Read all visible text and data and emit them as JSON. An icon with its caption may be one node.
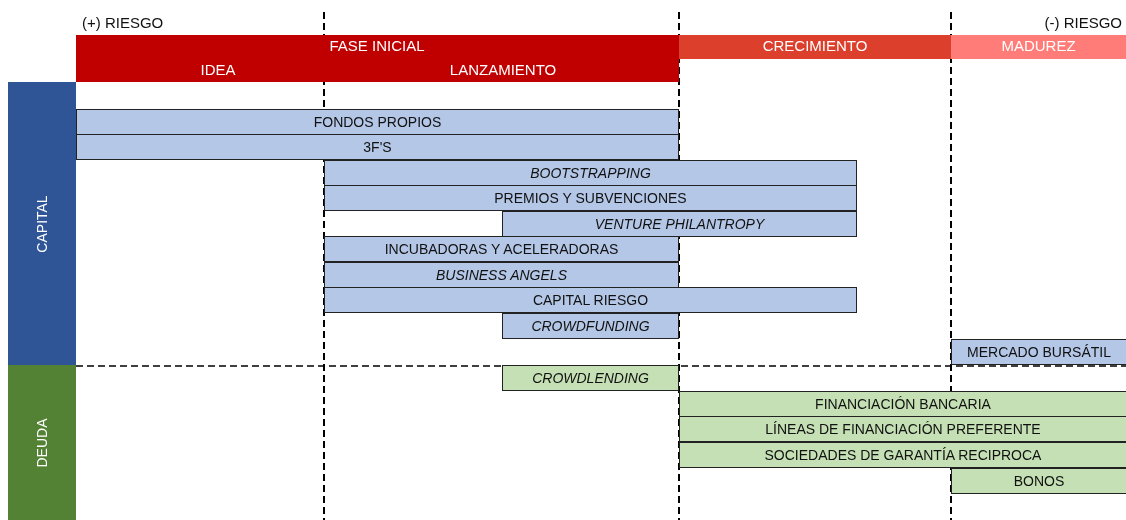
{
  "diagram": {
    "nodes": [
      {
        "text": [
          "FASE INICIAL",
          "IDEA",
          "LANZAMIENTO"
        ]
      },
      {
        "text": [
          "CRECIMIENTO"
        ]
      },
      {
        "text": [
          "MADUREZ"
        ]
      },
      {
        "text": [
          "CAPITAL"
        ]
      },
      {
        "text": [
          "FONDOS PROPIOS"
        ]
      },
      {
        "text": [
          "3F'S"
        ]
      },
      {
        "text": [
          "BOOTSTRAPPING"
        ]
      },
      {
        "text": [
          "PREMIOS Y SUBVENCIONES"
        ]
      },
      {
        "text": [
          "VENTURE PHILANTROPY"
        ]
      },
      {
        "text": [
          "INCUBADORAS Y ACELERADORAS"
        ]
      },
      {
        "text": [
          "BUSINESS ANGELS"
        ]
      },
      {
        "text": [
          "CAPITAL RIESGO"
        ]
      },
      {
        "text": [
          "CROWDFUNDING"
        ]
      },
      {
        "text": [
          "MERCADO BURSÁTIL"
        ]
      },
      {
        "text": [
          "DEUDA"
        ]
      },
      {
        "text": [
          "CROWDLENDING"
        ]
      },
      {
        "text": [
          "FINANCIACIÓN BANCARIA"
        ]
      },
      {
        "text": [
          "LÍNEAS DE FINANCIACIÓN PREFERENTE"
        ]
      },
      {
        "text": [
          "SOCIEDADES DE GARANTÍA RECIPROCA"
        ]
      },
      {
        "text": [
          "BONOS"
        ]
      }
    ],
    "labels": [
      "(+) RIESGO",
      "(-) RIESGO"
    ]
  }
}
